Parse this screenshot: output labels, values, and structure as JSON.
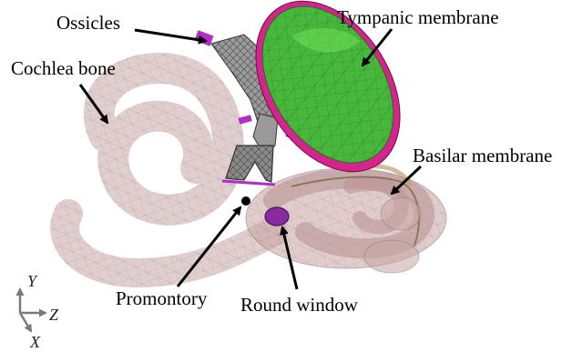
{
  "labels": {
    "ossicles": "Ossicles",
    "tympanic_membrane": "Tympanic membrane",
    "cochlea_bone": "Cochlea bone",
    "basilar_membrane": "Basilar membrane",
    "promontory": "Promontory",
    "round_window": "Round window"
  },
  "axes": {
    "y": "Y",
    "z": "Z",
    "x": "X"
  },
  "colors": {
    "bone_fill": "#c9a6a6",
    "bone_stroke": "#8a6a6a",
    "tympanic_fill": "#48b83c",
    "tympanic_rim": "#d6248e",
    "ossicle_mesh": "#5a5a5a",
    "ossicle_accent": "#b42cc8",
    "round_window": "#8a2aa0",
    "arrow": "#000000",
    "axis": "#7a7a7a"
  }
}
